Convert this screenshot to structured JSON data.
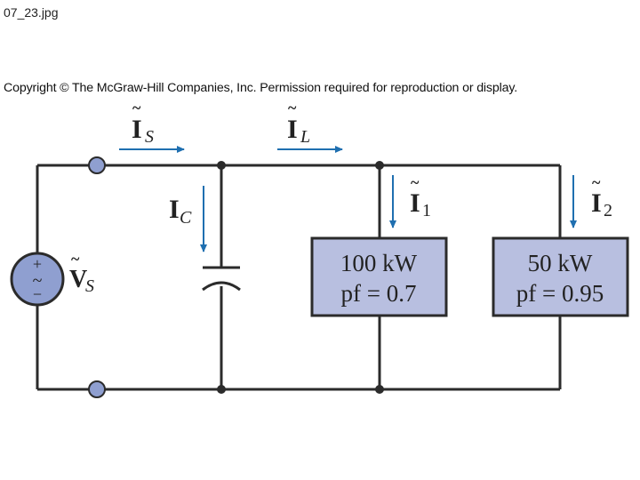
{
  "file_name": "07_23.jpg",
  "copyright": "Copyright © The McGraw-Hill Companies, Inc. Permission required for reproduction or display.",
  "labels": {
    "is_main": "I",
    "is_sub": "S",
    "il_main": "I",
    "il_sub": "L",
    "ic_main": "I",
    "ic_sub": "C",
    "i1_main": "I",
    "i1_sub": "1",
    "i2_main": "I",
    "i2_sub": "2",
    "vs_main": "V",
    "vs_sub": "S",
    "tilde": "~",
    "source_plus": "+",
    "source_ac": "~",
    "source_minus": "−"
  },
  "loads": [
    {
      "power": "100 kW",
      "pf": "pf = 0.7"
    },
    {
      "power": "50 kW",
      "pf": "pf = 0.95"
    }
  ],
  "colors": {
    "wire": "#2b2b2b",
    "arrow": "#1f6fb0",
    "box_fill": "#b8bfe0",
    "terminal_fill": "#8f9fd0",
    "source_fill": "#8f9fd0"
  }
}
